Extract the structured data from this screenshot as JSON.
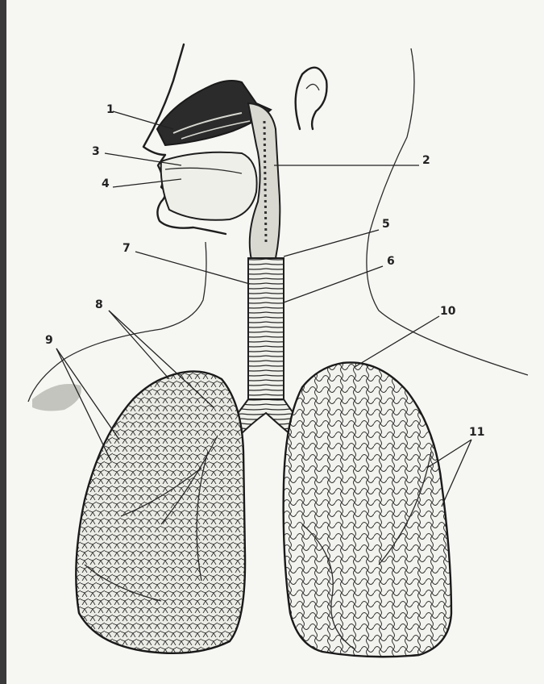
{
  "diagram": {
    "labels": [
      {
        "id": "1",
        "text": "1"
      },
      {
        "id": "2",
        "text": "2"
      },
      {
        "id": "3",
        "text": "3"
      },
      {
        "id": "4",
        "text": "4"
      },
      {
        "id": "5",
        "text": "5"
      },
      {
        "id": "6",
        "text": "6"
      },
      {
        "id": "7",
        "text": "7"
      },
      {
        "id": "8",
        "text": "8"
      },
      {
        "id": "9",
        "text": "9"
      },
      {
        "id": "10",
        "text": "10"
      },
      {
        "id": "11",
        "text": "11"
      }
    ]
  }
}
